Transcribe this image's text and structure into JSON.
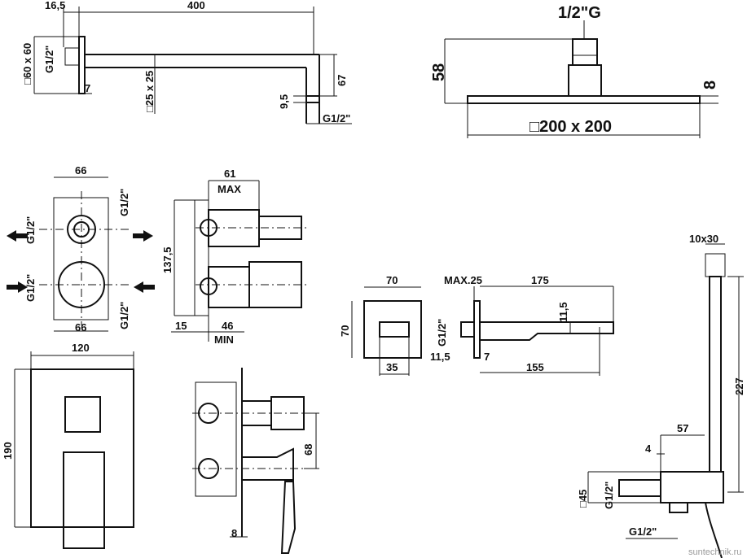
{
  "arm": {
    "d_16_5": "16,5",
    "d_400": "400",
    "d_60x60": "□60 x 60",
    "d_g12": "G1/2\"",
    "d_7": "7",
    "d_25x25": "□25 x 25",
    "d_9_5": "9,5",
    "d_67": "67",
    "d_g12_bottom": "G1/2\""
  },
  "head": {
    "d_12g": "1/2\"G",
    "d_58": "58",
    "d_8": "8",
    "d_200x200": "□200 x 200"
  },
  "valve_front": {
    "d_66_top": "66",
    "d_66_bottom": "66",
    "g_left_top": "G1/2\"",
    "g_left_bottom": "G1/2\"",
    "g_right_top": "G1/2\"",
    "g_right_bottom": "G1/2\""
  },
  "valve_side": {
    "d_61": "61",
    "d_max": "MAX",
    "d_137_5": "137,5",
    "d_15": "15",
    "d_46": "46",
    "d_min": "MIN"
  },
  "plate": {
    "d_120": "120",
    "d_190": "190"
  },
  "valve_mix": {
    "d_68": "68",
    "d_8": "8"
  },
  "spout_front": {
    "d_70_w": "70",
    "d_70_h": "70",
    "d_35": "35"
  },
  "spout_side": {
    "d_max25": "MAX.25",
    "d_175": "175",
    "d_11_5_r": "11,5",
    "d_g12": "G1/2\"",
    "d_11_5_l": "11,5",
    "d_7": "7",
    "d_155": "155"
  },
  "hand": {
    "d_10x30": "10x30",
    "d_227": "227",
    "d_57": "57",
    "d_4": "4",
    "d_45": "□45",
    "d_g12_side": "G1/2\"",
    "d_g12_bottom": "G1/2\""
  },
  "watermark": "suntechnik.ru"
}
